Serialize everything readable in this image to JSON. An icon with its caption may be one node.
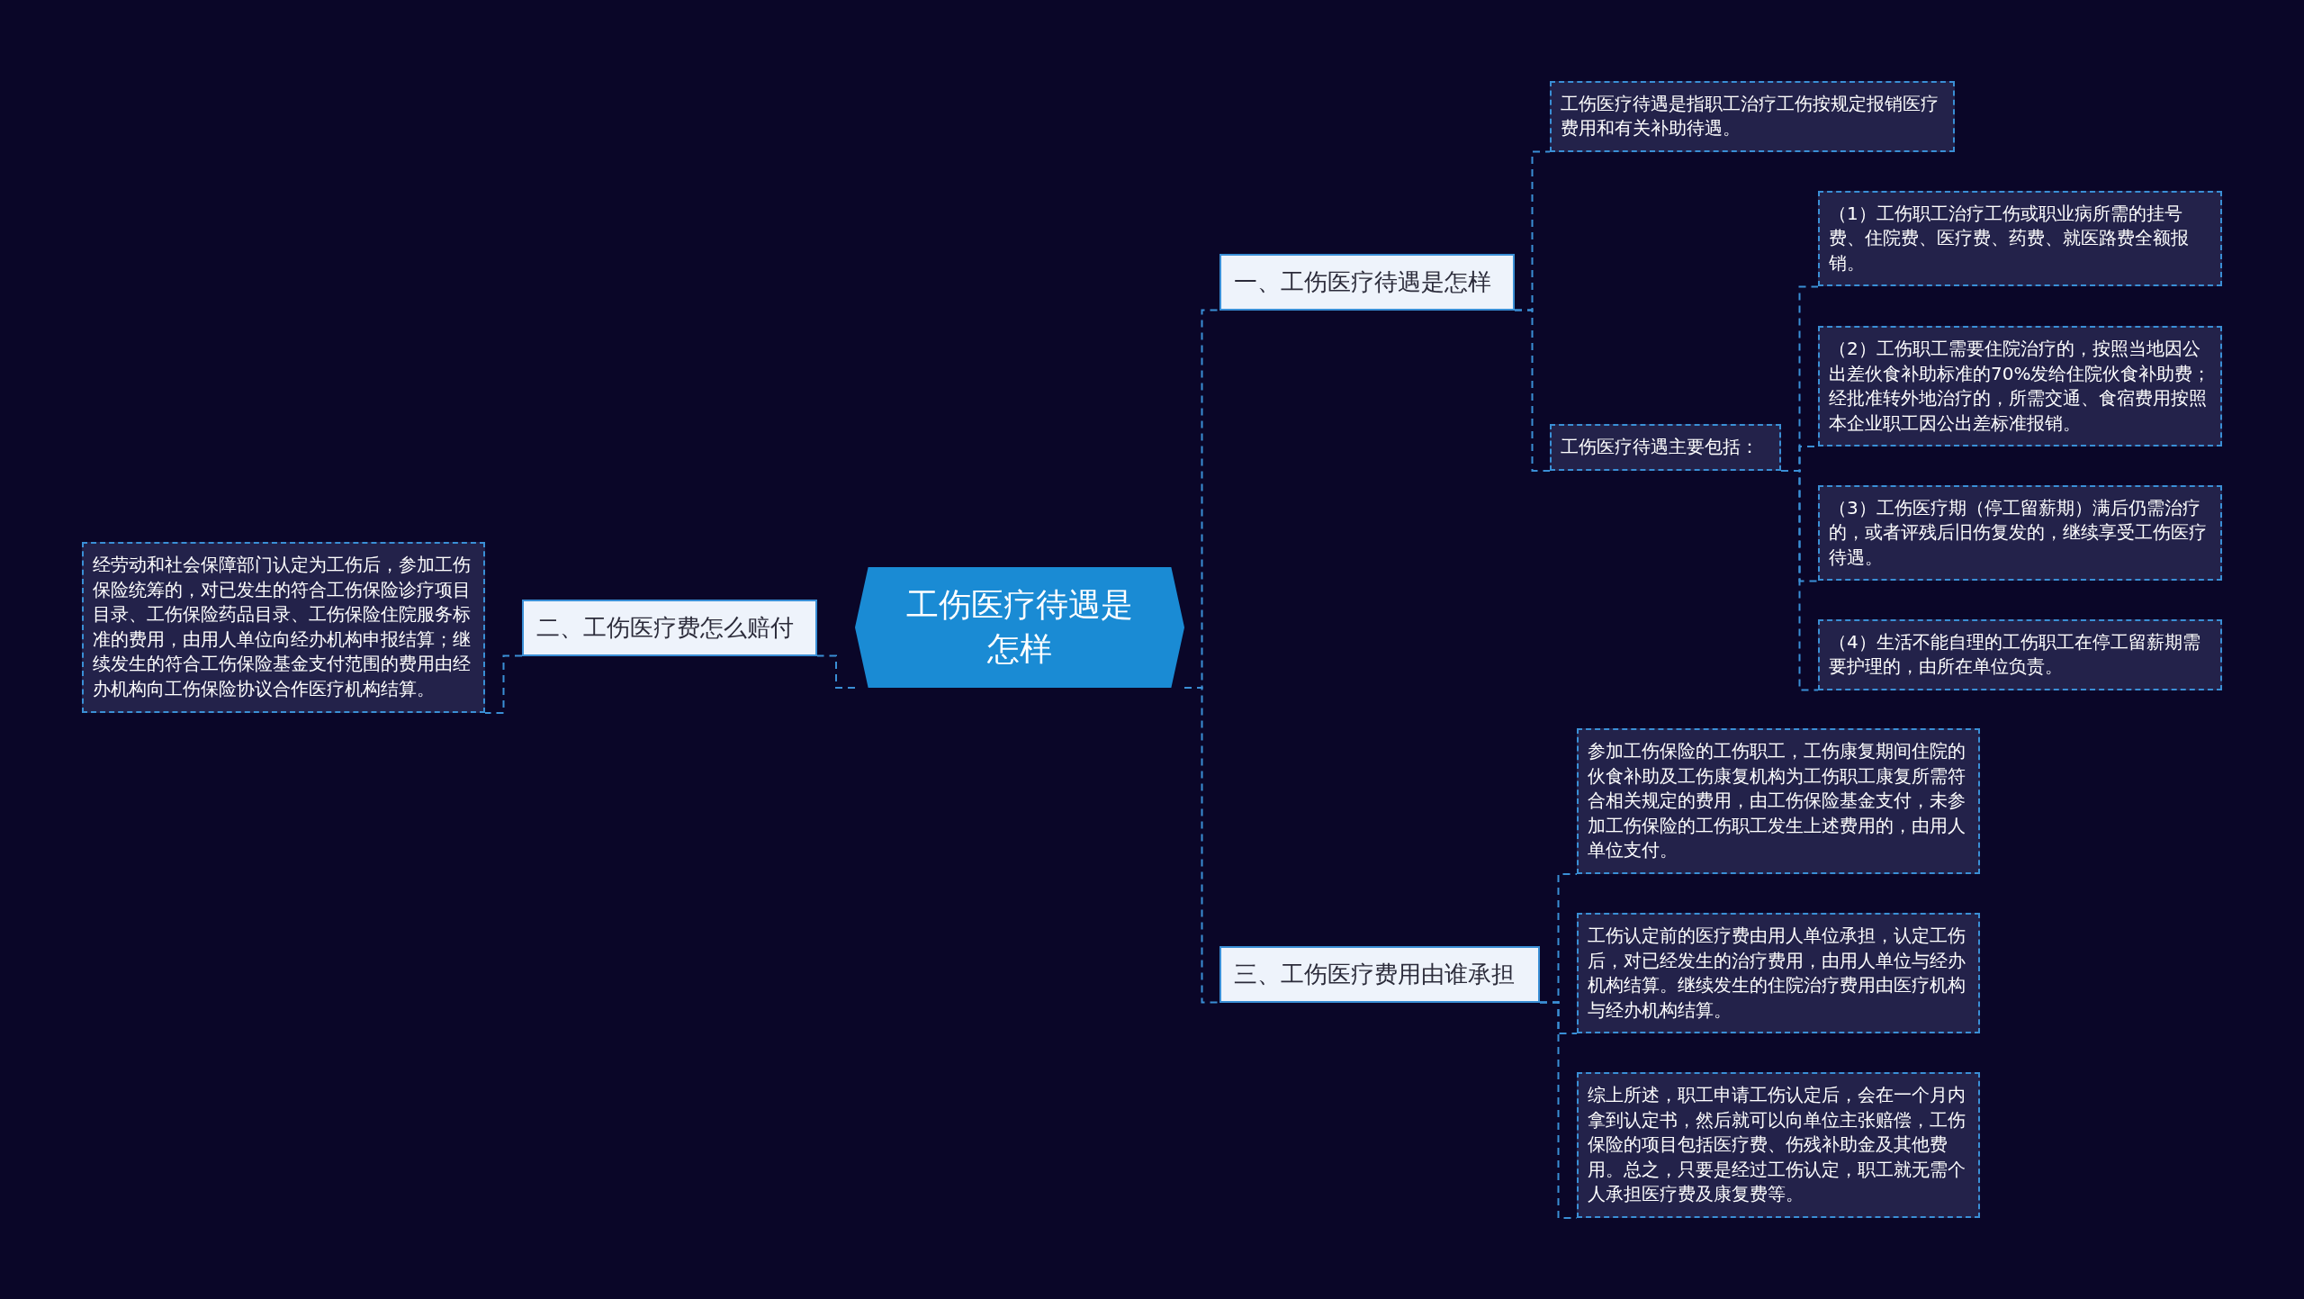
{
  "diagram": {
    "nodes": [
      {
        "text": [
          "工伤医疗待遇是怎样"
        ]
      },
      {
        "text": [
          "一、工伤医疗待遇是怎样"
        ]
      },
      {
        "text": [
          "工伤医疗待遇是指职工治疗工伤按规定报销医疗费用和有关补助待遇。"
        ]
      },
      {
        "text": [
          "工伤医疗待遇主要包括："
        ]
      },
      {
        "text": [
          "（1）工伤职工治疗工伤或职业病所需的挂号费、住院费、医疗费、药费、就医路费全额报销。"
        ]
      },
      {
        "text": [
          "（2）工伤职工需要住院治疗的，按照当地因公出差伙食补助标准的70%发给住院伙食补助费；经批准转外地治疗的，所需交通、食宿费用按照本企业职工因公出差标准报销。"
        ]
      },
      {
        "text": [
          "（3）工伤医疗期（停工留薪期）满后仍需治疗的，或者评残后旧伤复发的，继续享受工伤医疗待遇。"
        ]
      },
      {
        "text": [
          "（4）生活不能自理的工伤职工在停工留薪期需要护理的，由所在单位负责。"
        ]
      },
      {
        "text": [
          "二、工伤医疗费怎么赔付"
        ]
      },
      {
        "text": [
          "经劳动和社会保障部门认定为工伤后，参加工伤保险统筹的，对已发生的符合工伤保险诊疗项目目录、工伤保险药品目录、工伤保险住院服务标准的费用，由用人单位向经办机构申报结算；继续发生的符合工伤保险基金支付范围的费用由经办机构向工伤保险协议合作医疗机构结算。"
        ]
      },
      {
        "text": [
          "三、工伤医疗费用由谁承担"
        ]
      },
      {
        "text": [
          "参加工伤保险的工伤职工，工伤康复期间住院的伙食补助及工伤康复机构为工伤职工康复所需符合相关规定的费用，由工伤保险基金支付，未参加工伤保险的工伤职工发生上述费用的，由用人单位支付。"
        ]
      },
      {
        "text": [
          "工伤认定前的医疗费由用人单位承担，认定工伤后，对已经发生的治疗费用，由用人单位与经办机构结算。继续发生的住院治疗费用由医疗机构与经办机构结算。"
        ]
      },
      {
        "text": [
          "综上所述，职工申请工伤认定后，会在一个月内拿到认定书，然后就可以向单位主张赔偿，工伤保险的项目包括医疗费、伤残补助金及其他费用。总之，只要是经过工伤认定，职工就无需个人承担医疗费及康复费等。"
        ]
      }
    ],
    "edges": [
      {
        "from": 0,
        "to": 1,
        "arrow": "none"
      },
      {
        "from": 1,
        "to": 2,
        "arrow": "none"
      },
      {
        "from": 1,
        "to": 3,
        "arrow": "none"
      },
      {
        "from": 3,
        "to": 4,
        "arrow": "none"
      },
      {
        "from": 3,
        "to": 5,
        "arrow": "none"
      },
      {
        "from": 3,
        "to": 6,
        "arrow": "none"
      },
      {
        "from": 3,
        "to": 7,
        "arrow": "none"
      },
      {
        "from": 0,
        "to": 8,
        "arrow": "none"
      },
      {
        "from": 8,
        "to": 9,
        "arrow": "none"
      },
      {
        "from": 0,
        "to": 10,
        "arrow": "none"
      },
      {
        "from": 10,
        "to": 11,
        "arrow": "none"
      },
      {
        "from": 10,
        "to": 12,
        "arrow": "none"
      },
      {
        "from": 10,
        "to": 13,
        "arrow": "none"
      }
    ]
  }
}
